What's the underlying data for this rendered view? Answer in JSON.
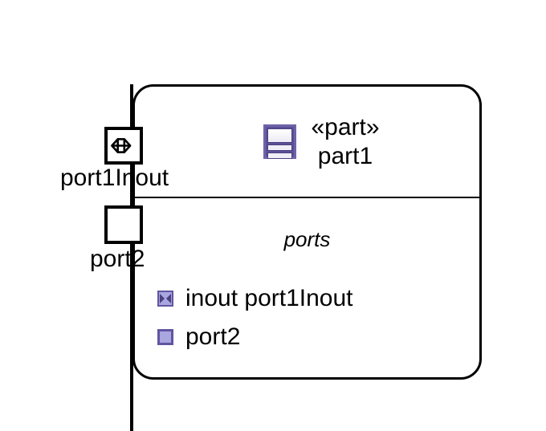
{
  "diagram": {
    "type": "sysml-part-definition",
    "part": {
      "stereotype": "«part»",
      "name": "part1",
      "icon": "part-classifier-icon"
    },
    "compartments": [
      {
        "title": "ports",
        "items": [
          {
            "icon": "inout-port-icon",
            "label": "inout port1Inout"
          },
          {
            "icon": "port-icon",
            "label": "port2"
          }
        ]
      }
    ],
    "boundary_ports": [
      {
        "shape": "square-with-double-arrow",
        "icon": "bidirectional-arrow-icon",
        "caption": "port1Inout",
        "direction": "inout"
      },
      {
        "shape": "square",
        "icon": "empty-square-icon",
        "caption": "port2",
        "direction": ""
      }
    ],
    "colors": {
      "stroke": "#000000",
      "background": "#ffffff",
      "icon_border": "#6155a0",
      "icon_fill": "#a9a6e0",
      "part_icon_border": "#6f63a8",
      "part_icon_body": "#5b4f96"
    }
  }
}
